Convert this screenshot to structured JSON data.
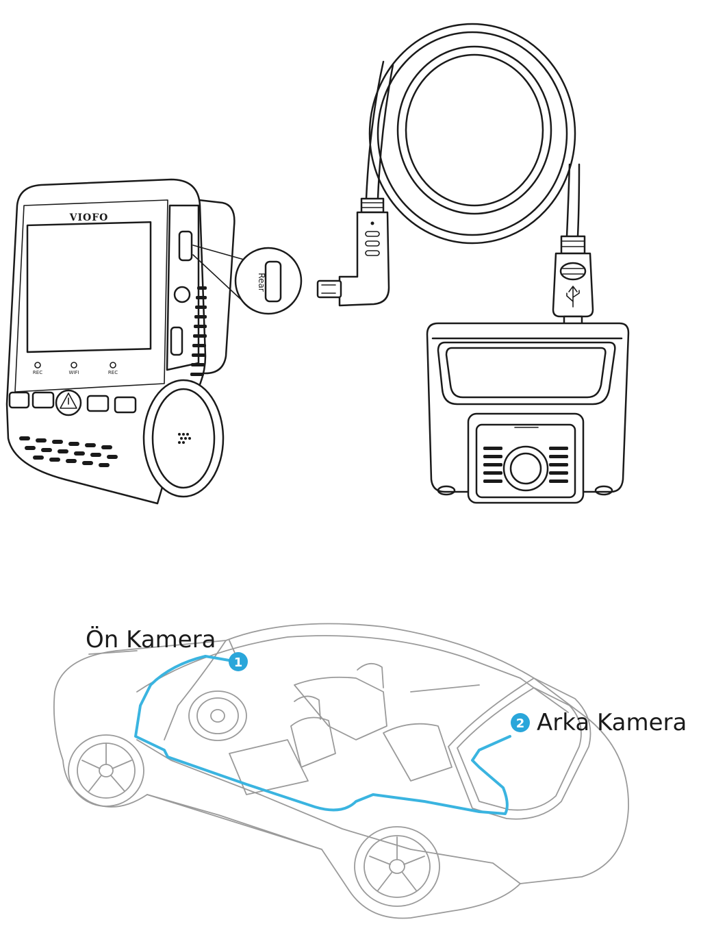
{
  "dashcam": {
    "brand": "VIOFO",
    "port_label": "Rear",
    "button_labels": [
      "REC",
      "WIFI",
      "REC"
    ]
  },
  "car_diagram": {
    "front_camera_label": "Ön Kamera",
    "rear_camera_label": "Arka Kamera",
    "front_marker": "1",
    "rear_marker": "2"
  },
  "colors": {
    "cable_route": "#3ab4e0",
    "marker_fill": "#2aa6da",
    "line": "#1a1a1a"
  },
  "icons": [
    "warning-triangle-icon",
    "usb-icon",
    "speaker-grille-icon",
    "lens-icon"
  ]
}
